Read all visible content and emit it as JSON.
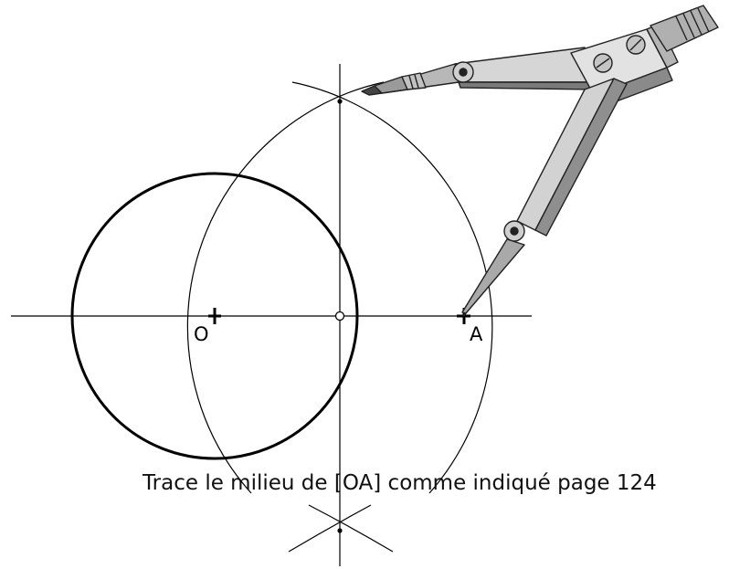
{
  "points": {
    "o": "O",
    "a": "A"
  },
  "caption": "Trace le milieu de [OA] comme indiqué page 124",
  "colors": {
    "ink": "#000000",
    "compass_light": "#d4d4d4",
    "compass_mid": "#a8a8a8",
    "compass_dark": "#6f6f6f"
  },
  "tool_icon": "compass-icon"
}
